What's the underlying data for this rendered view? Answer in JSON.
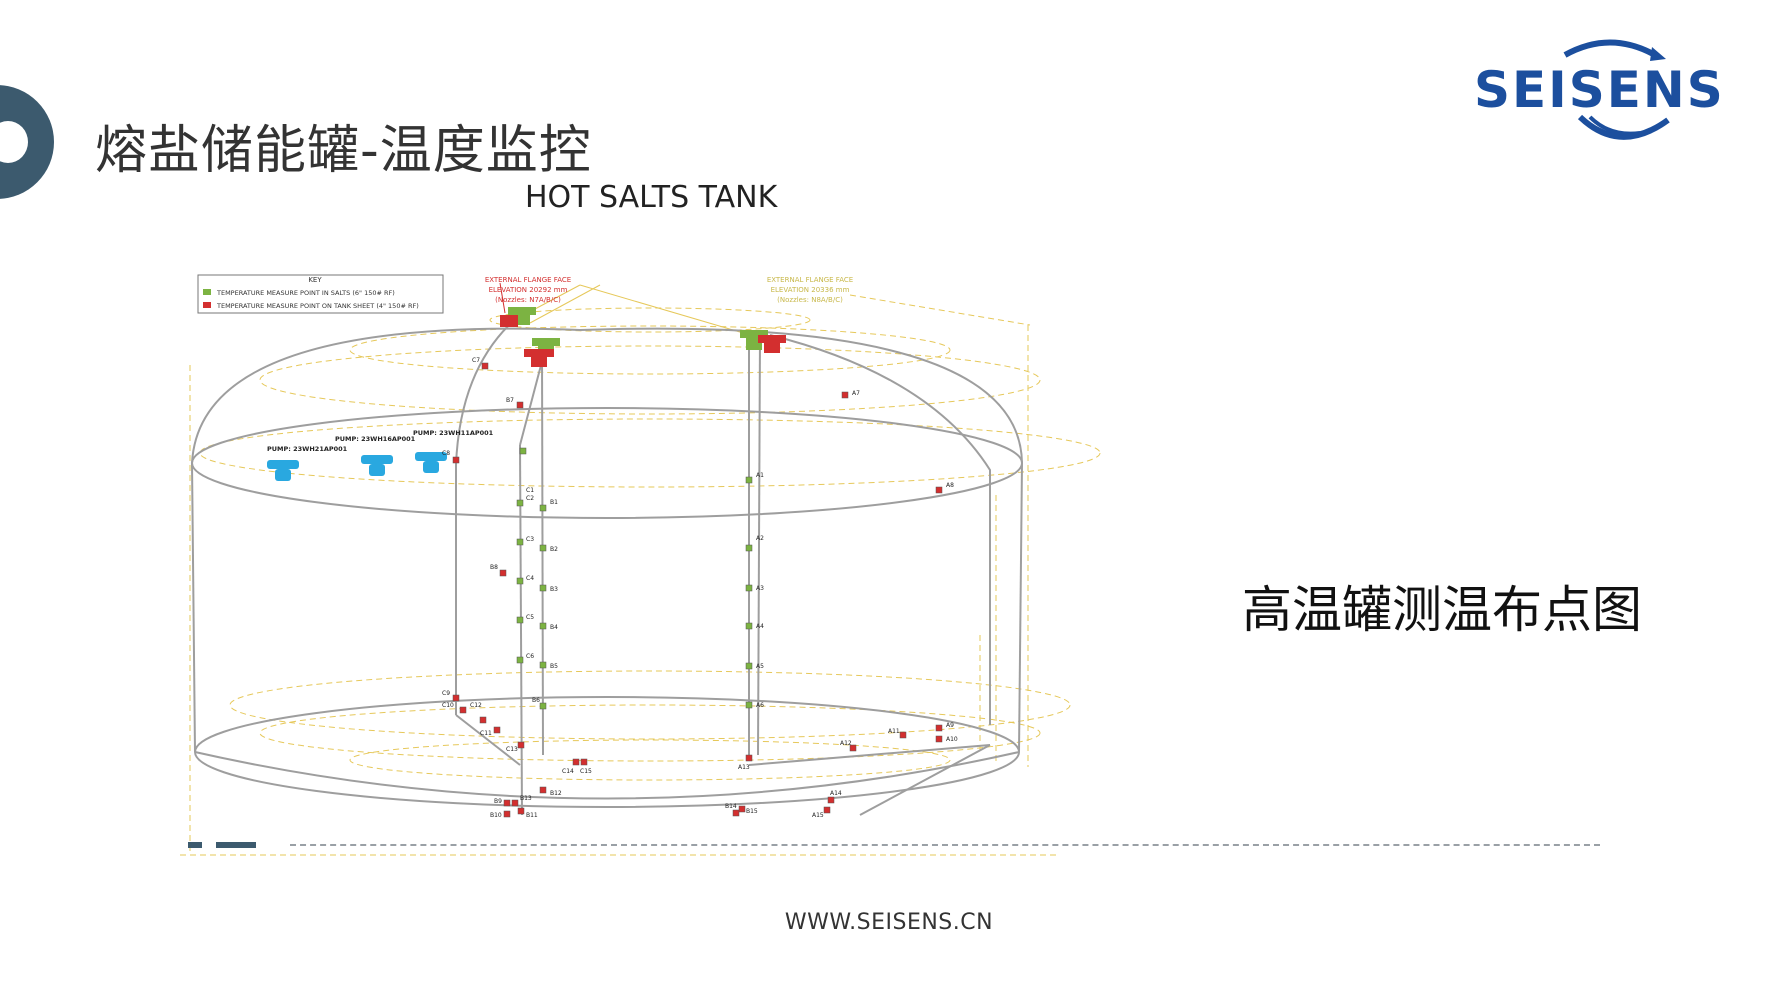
{
  "header": {
    "title": "熔盐储能罐-温度监控"
  },
  "logo": {
    "text": "SEISENS",
    "color": "#1c4f9e"
  },
  "diagram": {
    "title": "HOT SALTS TANK",
    "key_title": "KEY",
    "key_items": [
      {
        "label": "TEMPERATURE MEASURE POINT IN SALTS (6\" 150# RF)",
        "color": "#7cb342"
      },
      {
        "label": "TEMPERATURE MEASURE POINT ON TANK SHEET (4\" 150# RF)",
        "color": "#d32f2f"
      }
    ],
    "flange_red": {
      "title": "EXTERNAL FLANGE FACE",
      "elevation": "ELEVATION 20292 mm",
      "nozzles": "(Nozzles: N7A/B/C)"
    },
    "flange_green": {
      "title": "EXTERNAL FLANGE FACE",
      "elevation": "ELEVATION 20336 mm",
      "nozzles": "(Nozzles: N8A/B/C)"
    },
    "pumps": [
      {
        "label": "PUMP: 23WH21AP001"
      },
      {
        "label": "PUMP: 23WH16AP001"
      },
      {
        "label": "PUMP: 23WH11AP001"
      }
    ],
    "green_points": [
      "C1",
      "C2",
      "C3",
      "C4",
      "C5",
      "C6",
      "B1",
      "B2",
      "B3",
      "B4",
      "B5",
      "B6",
      "A1",
      "A2",
      "A3",
      "A4",
      "A5",
      "A6"
    ],
    "red_points": [
      "C7",
      "C8",
      "B7",
      "B8",
      "A7",
      "A8",
      "C9",
      "C10",
      "C11",
      "C12",
      "C13",
      "C14",
      "C15",
      "B9",
      "B10",
      "B11",
      "B12",
      "B13",
      "B14",
      "B15",
      "A9",
      "A10",
      "A11",
      "A12",
      "A13",
      "A14",
      "A15"
    ]
  },
  "caption": "高温罐测温布点图",
  "footer": {
    "url": "WWW.SEISENS.CN"
  },
  "colors": {
    "accent": "#3c5a6e",
    "point_green": "#7cb342",
    "point_red": "#d32f2f",
    "pump_blue": "#29a8e0",
    "dimension": "#e6c85a"
  }
}
